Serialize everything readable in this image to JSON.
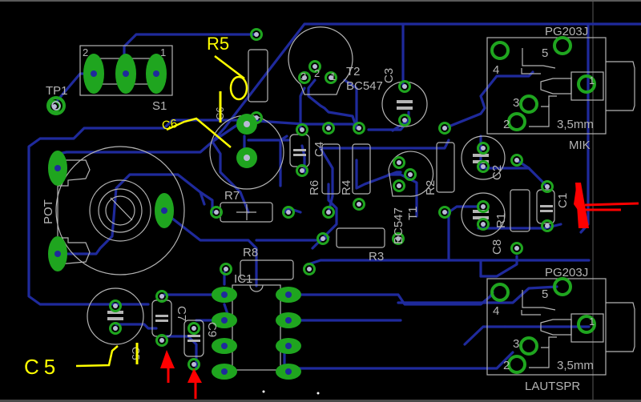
{
  "app": "PCB layout editor",
  "colors": {
    "background": "#000000",
    "trace": "#1f2a9c",
    "pad": "#1fa51f",
    "drill": "#b9b9d6",
    "silkscreen": "#b4b4b4",
    "annotation_yellow": "#ffff00",
    "annotation_red": "#ff0000"
  },
  "components": {
    "tp1": "TP1",
    "s1": "S1",
    "s1_pin1": "1",
    "s1_pin2": "2",
    "pot": "POT",
    "r1": "R1",
    "r2": "R2",
    "r3": "R3",
    "r4": "R4",
    "r6": "R6",
    "r7": "R7",
    "r8": "R8",
    "c1": "C1",
    "c2": "C2",
    "c3": "C3",
    "c4": "C4",
    "c5_silk": "C5",
    "c6_silk": "C6",
    "c7": "C7",
    "c8": "C8",
    "c9": "C9",
    "ic1": "IC1",
    "t1": "T1",
    "t1_type": "BC547",
    "t2": "T2",
    "t2_type": "BC547",
    "pin1": "1",
    "pin2": "2",
    "pin3": "3",
    "jack_mik": {
      "type": "PG203J",
      "name": "MIK",
      "size": "3,5mm",
      "pins": [
        "1",
        "2",
        "3",
        "4",
        "5"
      ]
    },
    "jack_lautspr": {
      "type": "PG203J",
      "name": "LAUTSPR",
      "size": "3,5mm",
      "pins": [
        "1",
        "2",
        "3",
        "4",
        "5"
      ]
    }
  },
  "annotations": {
    "r5_label": "R5",
    "c6_label": "C6",
    "c5_label": "C5",
    "arrows": [
      "red arrow pointing at C1",
      "red arrow pointing at C7",
      "red arrow pointing at C9"
    ]
  }
}
